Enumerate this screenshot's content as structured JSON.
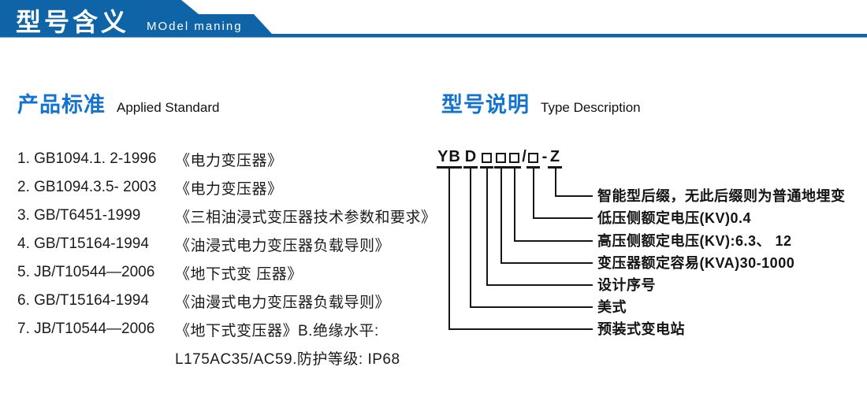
{
  "banner": {
    "title": "型号含义",
    "subtitle": "MOdel maning"
  },
  "colors": {
    "banner_blue": "#0f64a8",
    "heading_blue": "#1373cf",
    "line_black": "#161616"
  },
  "sections": {
    "standards": {
      "zh": "产品标准",
      "en": "Applied Standard"
    },
    "model": {
      "zh": "型号说明",
      "en": "Type Description"
    }
  },
  "standards_list": [
    {
      "code": "1. GB1094.1. 2-1996",
      "title": "《电力变压器》"
    },
    {
      "code": "2. GB1094.3.5- 2003",
      "title": "《电力变压器》"
    },
    {
      "code": "3. GB/T6451-1999",
      "title": "《三相油浸式变压器技术参数和要求》"
    },
    {
      "code": "4. GB/T15164-1994",
      "title": "《油浸式电力变压器负载导则》"
    },
    {
      "code": "5. JB/T10544—2006",
      "title": "《地下式变 压器》"
    },
    {
      "code": "6. GB/T15164-1994",
      "title": "《油漫式电力变压器负载导则》"
    },
    {
      "code": "7. JB/T10544—2006",
      "title": "《地下式变压器》B.绝缘水平:"
    },
    {
      "code": "",
      "title": "L175AC35/AC59.防护等级: IP68"
    }
  ],
  "model_diagram": {
    "code": {
      "prefix": "YB",
      "type": "D",
      "slash": "/",
      "dash": "-",
      "suffix": "Z"
    },
    "labels": [
      "智能型后缀，无此后缀则为普通地埋变",
      "低压侧额定电压(KV)0.4",
      "高压侧额定电压(KV):6.3、 12",
      "变压器额定容易(KVA)30-1000",
      "设计序号",
      "美式",
      "预装式变电站"
    ]
  }
}
